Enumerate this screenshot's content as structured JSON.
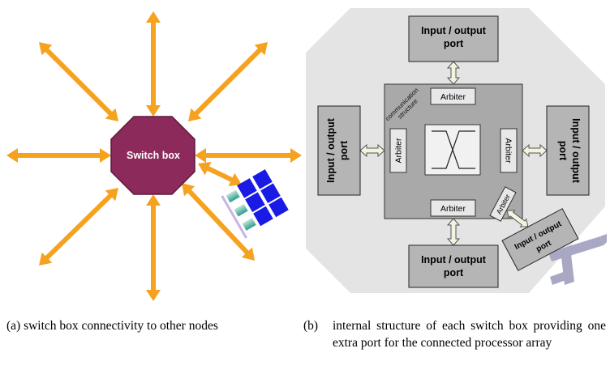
{
  "panel_a": {
    "switch_box_label": "Switch box",
    "colors": {
      "arrow": "#f5a21f",
      "switch_box": "#8b2a5b",
      "switch_box_stroke": "#5e1a3c",
      "chip_blue": "#1a1ae6",
      "chip_teal": "#2f9d8a"
    }
  },
  "panel_b": {
    "io_port_line1": "Input / output",
    "io_port_line2": "port",
    "arbiter": "Arbiter",
    "communication_structure_line1": "communication",
    "communication_structure_line2": "structure",
    "colors": {
      "octagon": "#e4e4e4",
      "core": "#a9a9a9",
      "port": "#b5b5b5",
      "crossbar_bg": "#f1f1f1",
      "proc_array": "#a8a8c4"
    }
  },
  "captions": {
    "a": "(a)  switch box connectivity to other nodes",
    "b_label": "(b)",
    "b": "internal structure of each switch box providing one extra port for the connected processor array"
  }
}
